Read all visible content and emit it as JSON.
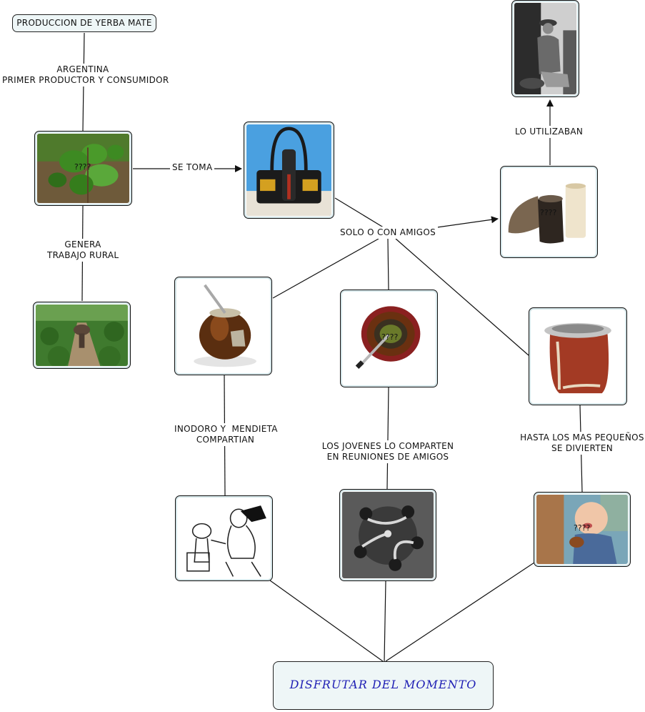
{
  "diagram": {
    "title": "PRODUCCION DE YERBA MATE",
    "final_node": "DISFRUTAR DEL MOMENTO",
    "image_placeholder": "????",
    "edge_labels": {
      "argentina": "ARGENTINA\nPRIMER PRODUCTOR Y CONSUMIDOR",
      "se_toma": "SE TOMA",
      "genera": "GENERA\nTRABAJO RURAL",
      "solo_amigos": "SOLO O CON AMIGOS",
      "lo_utilizaban": "LO UTILIZABAN",
      "inodoro": "INODORO Y  MENDIETA\nCOMPARTIAN",
      "jovenes": "LOS JOVENES LO COMPARTEN\nEN REUNIONES DE AMIGOS",
      "pequenos": "HASTA LOS MAS PEQUEÑOS\nSE DIVIERTEN"
    }
  },
  "colors": {
    "box_fill": "#eef6f7",
    "final_text": "#1e1eb4",
    "line": "#111111"
  }
}
